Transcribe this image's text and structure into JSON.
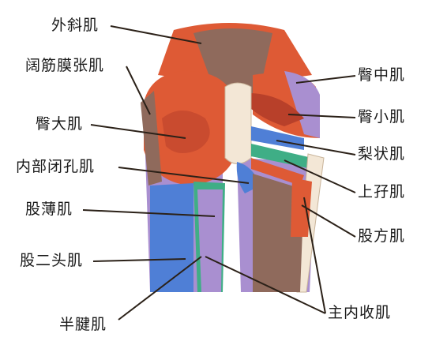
{
  "labels": {
    "external_oblique": "外斜肌",
    "tensor_fasciae_latae": "阔筋膜张肌",
    "gluteus_maximus": "臀大肌",
    "obturator_internus": "内部闭孔肌",
    "gracilis": "股薄肌",
    "biceps_femoris": "股二头肌",
    "semitendinosus": "半腱肌",
    "gluteus_medius": "臀中肌",
    "gluteus_minimus": "臀小肌",
    "piriformis": "梨状肌",
    "superior_gemellus": "上孖肌",
    "quadratus_femoris": "股方肌",
    "adductor_magnus": "主内收肌"
  },
  "colors": {
    "muscle_red": "#de5a35",
    "muscle_dark_red": "#b8402a",
    "fascia_brown": "#8f6a5c",
    "bone": "#f3e7d6",
    "purple": "#a98fd0",
    "blue": "#4f7fd6",
    "green": "#3fae86",
    "leader": "#2b2118"
  }
}
